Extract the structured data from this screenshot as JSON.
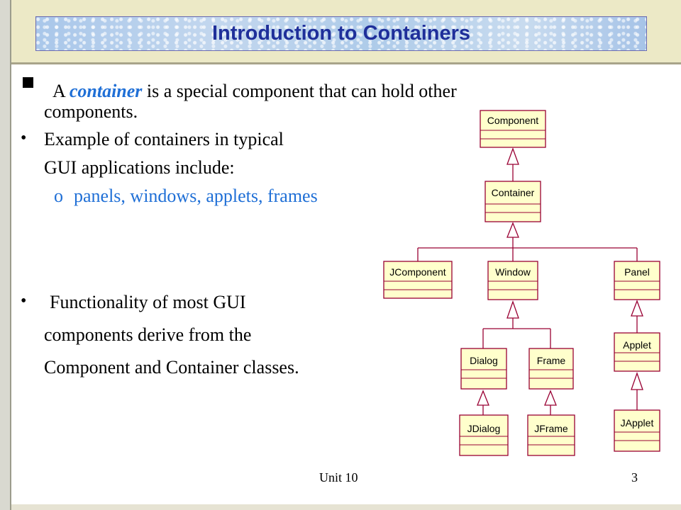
{
  "slide": {
    "title": "Introduction to Containers",
    "intro": {
      "prefix": "A ",
      "emphasis": "container",
      "suffix": " is a special component that can hold other",
      "continuation": "components."
    },
    "bullets": {
      "examples_line1": "Example of containers in typical",
      "examples_line2": "GUI applications include:",
      "sub_marker": "o",
      "examples_list": "panels, windows, applets, frames",
      "func_line1": "Functionality of most  GUI",
      "func_line2": "components derive  from the",
      "func_line3": "Component and Container classes."
    },
    "bullet_glyph": "•"
  },
  "diagram": {
    "classes": {
      "component": "Component",
      "container": "Container",
      "jcomponent": "JComponent",
      "window": "Window",
      "panel": "Panel",
      "dialog": "Dialog",
      "frame": "Frame",
      "applet": "Applet",
      "jdialog": "JDialog",
      "jframe": "JFrame",
      "japplet": "JApplet"
    },
    "colors": {
      "box_fill": "#ffffcc",
      "box_border": "#990033",
      "line": "#990033"
    }
  },
  "footer": {
    "unit": "Unit 10",
    "page": "3"
  }
}
